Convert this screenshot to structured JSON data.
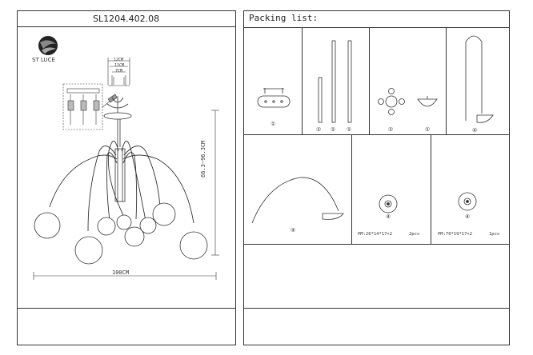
{
  "left": {
    "model": "SL1204.402.08",
    "brand": "ST LUCE",
    "dims": {
      "w12": "12CM",
      "w11": "11CM",
      "w7": "7CM",
      "height": "66.3~96.3CM",
      "width": "100CM"
    }
  },
  "right": {
    "title": "Packing list:",
    "qty": "①",
    "qty4": "④",
    "pm1": "PM:26*14*17+2",
    "pcs1": "2pcs",
    "pm2": "PM:70*19*17+2",
    "pcs2": "1pcs"
  }
}
